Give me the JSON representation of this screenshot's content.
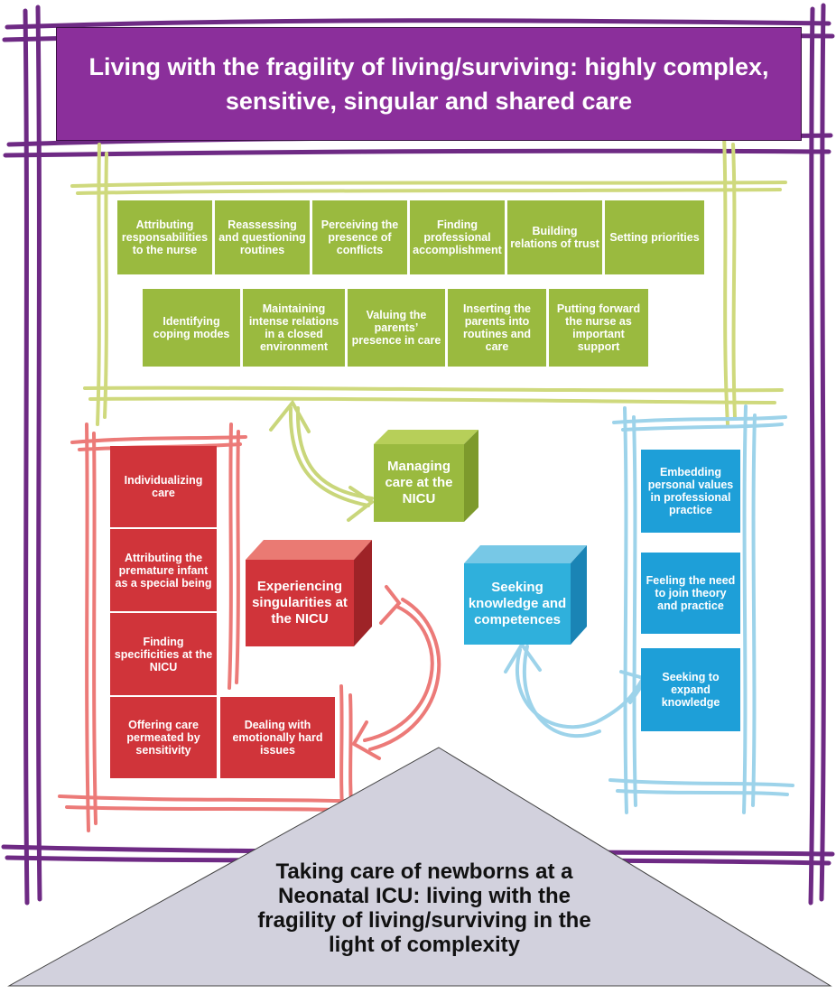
{
  "title": "Living with the fragility of living/surviving: highly complex, sensitive, singular and shared care",
  "green_row1": [
    "Attributing responsabilities to the nurse",
    "Reassessing and questioning routines",
    "Perceiving the presence of conflicts",
    "Finding professional accomplishment",
    "Building relations of trust",
    "Setting priorities"
  ],
  "green_row2": [
    "Identifying coping modes",
    "Maintaining intense relations in a closed environment",
    "Valuing the parents’ presence in care",
    "Inserting the parents into routines and care",
    "Putting forward the nurse as important support"
  ],
  "red_column": [
    "Individualizing care",
    "Attributing the premature infant as a special being",
    "Finding specificities at the NICU",
    "Offering care permeated by sensitivity"
  ],
  "red_extra": "Dealing with emotionally hard issues",
  "blue_column": [
    "Embedding personal values in professional practice",
    "Feeling the need to join theory and practice",
    "Seeking to expand knowledge"
  ],
  "cubes": {
    "managing": "Managing care at the NICU",
    "experiencing": "Experiencing singularities at the NICU",
    "seeking": "Seeking knowledge and competences"
  },
  "bottom": "Taking care of newborns at a Neonatal ICU: living with the fragility of living/surviving in the light of complexity",
  "colors": {
    "purple": "#8b2f9b",
    "green": "#9aba3f",
    "red": "#d0343a",
    "blue": "#1e9fd8",
    "triangle": "#d2d1dd"
  }
}
